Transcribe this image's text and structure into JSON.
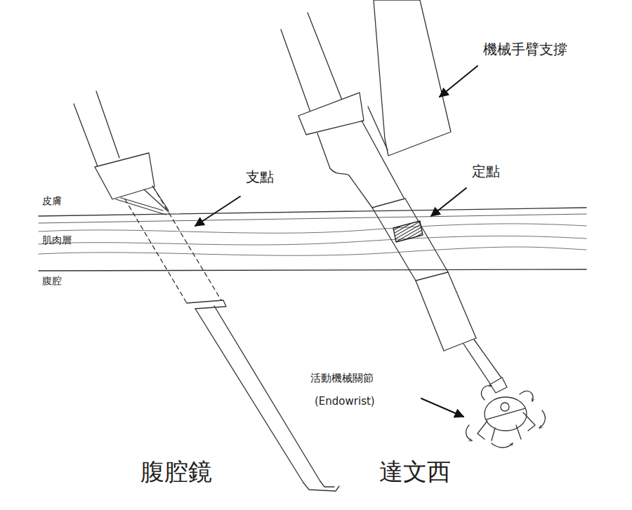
{
  "diagram": {
    "labels": [
      "機械手臂支撐",
      "支點",
      "定點",
      "皮膚",
      "肌肉層",
      "腹腔",
      "活動機械關節",
      "(Endowrist)",
      "腹腔鏡",
      "達文西"
    ]
  }
}
